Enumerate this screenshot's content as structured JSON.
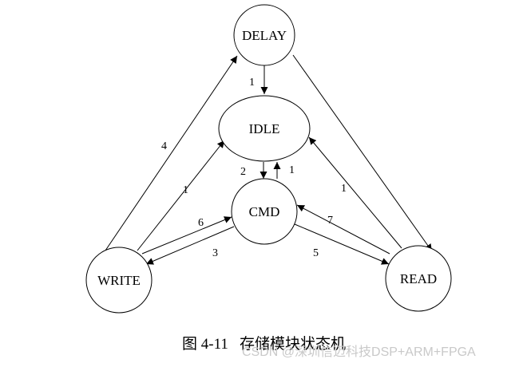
{
  "diagram": {
    "title": "存储模块状态机",
    "states": {
      "delay": "DELAY",
      "idle": "IDLE",
      "cmd": "CMD",
      "write": "WRITE",
      "read": "READ"
    },
    "transitions": [
      {
        "id": "delay-to-idle",
        "from": "DELAY",
        "to": "IDLE",
        "label": "1"
      },
      {
        "id": "write-to-delay",
        "from": "WRITE",
        "to": "DELAY",
        "label": "4"
      },
      {
        "id": "delay-to-read",
        "from": "DELAY",
        "to": "READ",
        "label": ""
      },
      {
        "id": "write-to-idle",
        "from": "WRITE",
        "to": "IDLE",
        "label": "1"
      },
      {
        "id": "idle-to-cmd",
        "from": "IDLE",
        "to": "CMD",
        "label": "2"
      },
      {
        "id": "cmd-to-idle",
        "from": "CMD",
        "to": "IDLE",
        "label": "1"
      },
      {
        "id": "read-to-idle",
        "from": "READ",
        "to": "IDLE",
        "label": "1"
      },
      {
        "id": "write-to-cmd",
        "from": "WRITE",
        "to": "CMD",
        "label": "6"
      },
      {
        "id": "cmd-to-write",
        "from": "CMD",
        "to": "WRITE",
        "label": "3"
      },
      {
        "id": "read-to-cmd",
        "from": "READ",
        "to": "CMD",
        "label": "7"
      },
      {
        "id": "cmd-to-read",
        "from": "CMD",
        "to": "READ",
        "label": "5"
      }
    ]
  },
  "caption": {
    "figure_number": "图 4-11",
    "text": "存储模块状态机"
  },
  "watermark": "CSDN @深圳信迈科技DSP+ARM+FPGA",
  "colors": {
    "stroke": "#000000",
    "background": "#ffffff",
    "watermark": "#c9c9c9"
  }
}
